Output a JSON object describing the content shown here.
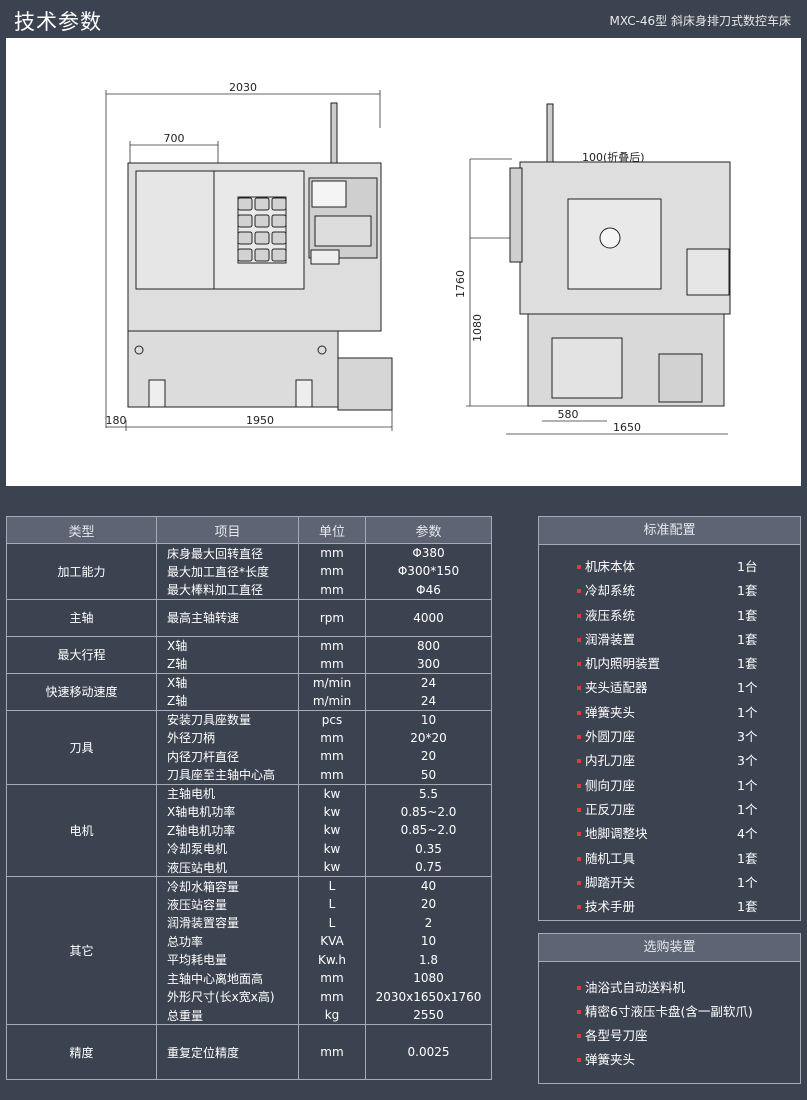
{
  "header": {
    "title": "技术参数",
    "model": "MXC-46型 斜床身排刀式数控车床"
  },
  "drawing": {
    "dims": {
      "overall_width": "2030",
      "door": "700",
      "left_offset": "180",
      "base_length": "1950",
      "beacon": "100(折叠后)",
      "height": "1760",
      "spindle_height": "1080",
      "foot_depth": "580",
      "depth": "1650"
    }
  },
  "spec_table": {
    "headers": [
      "类型",
      "项目",
      "单位",
      "参数"
    ],
    "groups": [
      {
        "category": "加工能力",
        "rows": [
          {
            "item": "床身最大回转直径",
            "unit": "mm",
            "value": "Φ380"
          },
          {
            "item": "最大加工直径*长度",
            "unit": "mm",
            "value": "Φ300*150"
          },
          {
            "item": "最大棒料加工直径",
            "unit": "mm",
            "value": "Φ46"
          }
        ]
      },
      {
        "category": "主轴",
        "rows": [
          {
            "item": "最高主轴转速",
            "unit": "rpm",
            "value": "4000"
          }
        ]
      },
      {
        "category": "最大行程",
        "rows": [
          {
            "item": "X轴",
            "unit": "mm",
            "value": "800"
          },
          {
            "item": "Z轴",
            "unit": "mm",
            "value": "300"
          }
        ]
      },
      {
        "category": "快速移动速度",
        "rows": [
          {
            "item": "X轴",
            "unit": "m/min",
            "value": "24"
          },
          {
            "item": "Z轴",
            "unit": "m/min",
            "value": "24"
          }
        ]
      },
      {
        "category": "刀具",
        "rows": [
          {
            "item": "安装刀具座数量",
            "unit": "pcs",
            "value": "10"
          },
          {
            "item": "外径刀柄",
            "unit": "mm",
            "value": "20*20"
          },
          {
            "item": "内径刀杆直径",
            "unit": "mm",
            "value": "20"
          },
          {
            "item": "刀具座至主轴中心高",
            "unit": "mm",
            "value": "50"
          }
        ]
      },
      {
        "category": "电机",
        "rows": [
          {
            "item": "主轴电机",
            "unit": "kw",
            "value": "5.5"
          },
          {
            "item": "X轴电机功率",
            "unit": "kw",
            "value": "0.85~2.0"
          },
          {
            "item": "Z轴电机功率",
            "unit": "kw",
            "value": "0.85~2.0"
          },
          {
            "item": "冷却泵电机",
            "unit": "kw",
            "value": "0.35"
          },
          {
            "item": "液压站电机",
            "unit": "kw",
            "value": "0.75"
          }
        ]
      },
      {
        "category": "其它",
        "rows": [
          {
            "item": "冷却水箱容量",
            "unit": "L",
            "value": "40"
          },
          {
            "item": "液压站容量",
            "unit": "L",
            "value": "20"
          },
          {
            "item": "润滑装置容量",
            "unit": "L",
            "value": "2"
          },
          {
            "item": "总功率",
            "unit": "KVA",
            "value": "10"
          },
          {
            "item": "平均耗电量",
            "unit": "Kw.h",
            "value": "1.8"
          },
          {
            "item": "主轴中心离地面高",
            "unit": "mm",
            "value": "1080"
          },
          {
            "item": "外形尺寸(长x宽x高)",
            "unit": "mm",
            "value": "2030x1650x1760"
          },
          {
            "item": "总重量",
            "unit": "kg",
            "value": "2550"
          }
        ]
      },
      {
        "category": "精度",
        "rows": [
          {
            "item": "重复定位精度",
            "unit": "mm",
            "value": "0.0025"
          }
        ]
      }
    ]
  },
  "standard_config": {
    "title": "标准配置",
    "items": [
      {
        "name": "机床本体",
        "qty": "1台"
      },
      {
        "name": "冷却系统",
        "qty": "1套"
      },
      {
        "name": "液压系统",
        "qty": "1套"
      },
      {
        "name": "润滑装置",
        "qty": "1套"
      },
      {
        "name": "机内照明装置",
        "qty": "1套"
      },
      {
        "name": "夹头适配器",
        "qty": "1个"
      },
      {
        "name": "弹簧夹头",
        "qty": "1个"
      },
      {
        "name": "外圆刀座",
        "qty": "3个"
      },
      {
        "name": "内孔刀座",
        "qty": "3个"
      },
      {
        "name": "侧向刀座",
        "qty": "1个"
      },
      {
        "name": "正反刀座",
        "qty": "1个"
      },
      {
        "name": "地脚调整块",
        "qty": "4个"
      },
      {
        "name": "随机工具",
        "qty": "1套"
      },
      {
        "name": "脚踏开关",
        "qty": "1个"
      },
      {
        "name": "技术手册",
        "qty": "1套"
      }
    ]
  },
  "optional_config": {
    "title": "选购装置",
    "items": [
      {
        "name": "油浴式自动送料机"
      },
      {
        "name": "精密6寸液压卡盘(含一副软爪)"
      },
      {
        "name": "各型号刀座"
      },
      {
        "name": "弹簧夹头"
      }
    ]
  },
  "colors": {
    "background": "#3c4350",
    "header_cell": "#5d6474",
    "border": "#a7abb4",
    "bullet": "#e03a3a",
    "machine_fill": "#d9d9d9"
  }
}
